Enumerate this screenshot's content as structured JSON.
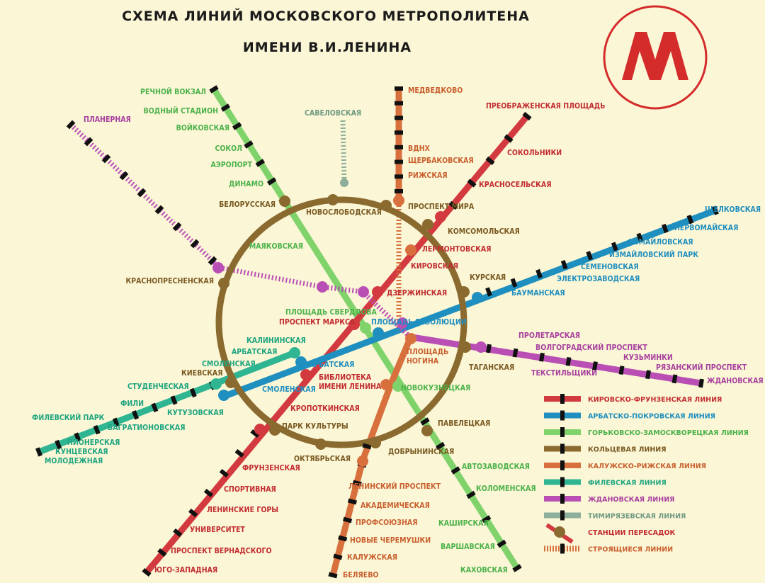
{
  "title": {
    "line1": "СХЕМА ЛИНИЙ МОСКОВСКОГО МЕТРОПОЛИТЕНА",
    "line2": "ИМЕНИ В.И.ЛЕНИНА"
  },
  "logo": {
    "letter": "M",
    "color": "#d42b2b"
  },
  "colors": {
    "red": "#d33a3f",
    "blue": "#1f8fbf",
    "green": "#7fd36a",
    "brown": "#8a6a2f",
    "orange": "#d8703e",
    "teal": "#2fb592",
    "purple": "#b94fb4",
    "grey": "#8cae9a"
  },
  "labels": {
    "rechnoy": "РЕЧНОЙ ВОКЗАЛ",
    "vodny": "ВОДНЫЙ СТАДИОН",
    "voykovskaya": "ВОЙКОВСКАЯ",
    "sokol": "СОКОЛ",
    "aeroport": "АЭРОПОРТ",
    "dinamo": "ДИНАМО",
    "belorusskaya": "БЕЛОРУССКАЯ",
    "mayakovskaya": "МАЯКОВСКАЯ",
    "planernaya": "ПЛАНЕРНАЯ",
    "savelovskaya": "САВЕЛОВСКАЯ",
    "medvedkovo": "МЕДВЕДКОВО",
    "vdnh": "ВДНХ",
    "shcherbakovskaya": "ЩЕРБАКОВСКАЯ",
    "rizhskaya": "РИЖСКАЯ",
    "prospekt_mira": "ПРОСПЕКТ МИРА",
    "novoslobodskaya": "НОВОСЛОБОДСКАЯ",
    "preobrazhenskaya": "ПРЕОБРАЖЕНСКАЯ ПЛОЩАДЬ",
    "sokolniki": "СОКОЛЬНИКИ",
    "krasnoselskaya": "КРАСНОСЕЛЬСКАЯ",
    "komsomolskaya": "КОМСОМОЛЬСКАЯ",
    "lermontovskaya": "ЛЕРМОНТОВСКАЯ",
    "kirovskaya": "КИРОВСКАЯ",
    "dzerzhinskaya": "ДЗЕРЖИНСКАЯ",
    "shchelkovskaya": "ЩЕЛКОВСКАЯ",
    "pervomayskaya": "ПЕРВОМАЙСКАЯ",
    "izmaylovskaya": "ИЗМАЙЛОВСКАЯ",
    "izm_park": "ИЗМАЙЛОВСКИЙ ПАРК",
    "semenovskaya": "СЕМЕНОВСКАЯ",
    "elektrozavodskaya": "ЭЛЕКТРОЗАВОДСКАЯ",
    "baumanskaya": "БАУМАНСКАЯ",
    "kurskaya": "КУРСКАЯ",
    "krasnopresnenskaya": "КРАСНОПРЕСНЕНСКАЯ",
    "pl_sverdlova": "ПЛОЩАДЬ СВЕРДЛОВА",
    "pr_marksa": "ПРОСПЕКТ МАРКСА",
    "pl_revolyutsii": "ПЛОЩАДЬ РЕВОЛЮЦИИ",
    "kalininskaya": "КАЛИНИНСКАЯ",
    "arbatskaya_f": "АРБАТСКАЯ",
    "smolenskaya_f": "СМОЛЕНСКАЯ",
    "kievskaya": "КИЕВСКАЯ",
    "studencheskaya": "СТУДЕНЧЕСКАЯ",
    "fili": "ФИЛИ",
    "kutuzovskaya": "КУТУЗОВСКАЯ",
    "filevsky_park": "ФИЛЕВСКИЙ ПАРК",
    "bagrationovskaya": "БАГРАТИОНОВСКАЯ",
    "pionerskaya": "ПИОНЕРСКАЯ",
    "kuntsevskaya": "КУНЦЕВСКАЯ",
    "molodezhnaya": "МОЛОДЕЖНАЯ",
    "arbatskaya_a": "АРБАТСКАЯ",
    "smolenskaya_a": "СМОЛЕНСКАЯ",
    "biblioteka": "БИБЛИОТЕКА",
    "imeni_lenina": "ИМЕНИ ЛЕНИНА",
    "pl_nogina": "ПЛОЩАДЬ",
    "nogina": "НОГИНА",
    "kropotkinskaya": "КРОПОТКИНСКАЯ",
    "park_kultury": "ПАРК КУЛЬТУРЫ",
    "novokuznetskaya": "НОВОКУЗНЕЦКАЯ",
    "taganskaya": "ТАГАНСКАЯ",
    "proletarskaya": "ПРОЛЕТАРСКАЯ",
    "volgogradsky": "ВОЛГОГРАДСКИЙ ПРОСПЕКТ",
    "tekstilshchiki": "ТЕКСТИЛЬЩИКИ",
    "kuzminki": "КУЗЬМИНКИ",
    "ryazansky": "РЯЗАНСКИЙ ПРОСПЕКТ",
    "zhdanovskaya": "ЖДАНОВСКАЯ",
    "frunzenskaya": "ФРУНЗЕНСКАЯ",
    "sportivnaya": "СПОРТИВНАЯ",
    "leninskie_gory": "ЛЕНИНСКИЕ ГОРЫ",
    "universitet": "УНИВЕРСИТЕТ",
    "pr_vernadskogo": "ПРОСПЕКТ ВЕРНАДСКОГО",
    "yugo_zapadnaya": "ЮГО-ЗАПАДНАЯ",
    "oktyabrskaya": "ОКТЯБРЬСКАЯ",
    "dobryninskaya": "ДОБРЫНИНСКАЯ",
    "paveletskaya": "ПАВЕЛЕЦКАЯ",
    "leninsky_pr": "ЛЕНИНСКИЙ ПРОСПЕКТ",
    "akademicheskaya": "АКАДЕМИЧЕСКАЯ",
    "profsoyuznaya": "ПРОФСОЮЗНАЯ",
    "novye_cheremushki": "НОВЫЕ ЧЕРЕМУШКИ",
    "kaluzhskaya": "КАЛУЖСКАЯ",
    "belyaevo": "БЕЛЯЕВО",
    "avtozavodskaya": "АВТОЗАВОДСКАЯ",
    "kolomenskaya": "КОЛОМЕНСКАЯ",
    "kashirskaya": "КАШИРСКАЯ",
    "varshavskaya": "ВАРШАВСКАЯ",
    "kakhovskaya": "КАХОВСКАЯ"
  },
  "legend": [
    {
      "label": "КИРОВСКО-ФРУНЗЕНСКАЯ ЛИНИЯ",
      "color": "#d33a3f",
      "text_color": "#c22c30"
    },
    {
      "label": "АРБАТСКО-ПОКРОВСКАЯ ЛИНИЯ",
      "color": "#1f8fbf",
      "text_color": "#1f8fbf"
    },
    {
      "label": "ГОРЬКОВСКО-ЗАМОСКВОРЕЦКАЯ ЛИНИЯ",
      "color": "#7fd36a",
      "text_color": "#4cb24a"
    },
    {
      "label": "КОЛЬЦЕВАЯ ЛИНИЯ",
      "color": "#8a6a2f",
      "text_color": "#7a5a22"
    },
    {
      "label": "КАЛУЖСКО-РИЖСКАЯ ЛИНИЯ",
      "color": "#d8703e",
      "text_color": "#c9602e"
    },
    {
      "label": "ФИЛЕВСКАЯ ЛИНИЯ",
      "color": "#2fb592",
      "text_color": "#1fa580"
    },
    {
      "label": "ЖДАНОВСКАЯ ЛИНИЯ",
      "color": "#b94fb4",
      "text_color": "#a8409f"
    },
    {
      "label": "ТИМИРЯЗЕВСКАЯ ЛИНИЯ",
      "color": "#8cae9a",
      "text_color": "#6f9a82"
    },
    {
      "label": "СТАНЦИИ ПЕРЕСАДОК",
      "color": "#d33a3f",
      "text_color": "#c22c30"
    },
    {
      "label": "СТРОЯЩИЕСЯ ЛИНИИ",
      "color": "#d8703e",
      "text_color": "#c9602e"
    }
  ]
}
